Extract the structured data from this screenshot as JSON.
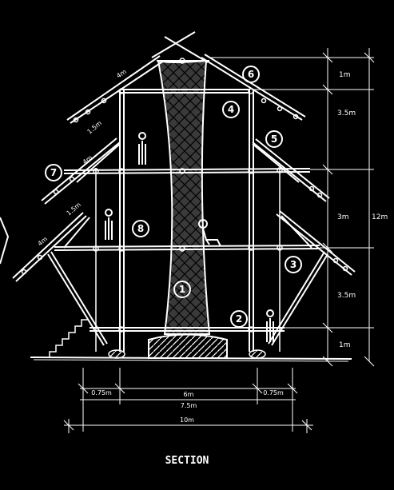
{
  "title": "SECTION",
  "callouts": [
    "1",
    "2",
    "3",
    "4",
    "5",
    "6",
    "7",
    "8"
  ],
  "dimensions": {
    "levels": [
      "1m",
      "3.5m",
      "3m",
      "3.5m",
      "1m"
    ],
    "total_height": "12m",
    "roof_edge_top": "4m",
    "roof_edge_side": "4m",
    "roof_step_upper": "1.5m",
    "roof_step_lower": "1.5m",
    "overhang_upper": "4m",
    "bottom_left": "0.75m",
    "bottom_center_inner": "6m",
    "bottom_center_outer": "7.5m",
    "bottom_right": "0.75m",
    "overall_width": "10m"
  },
  "colors": {
    "background": "#000000",
    "ink": "#ffffff",
    "core_fill": "#3a3a3a"
  }
}
